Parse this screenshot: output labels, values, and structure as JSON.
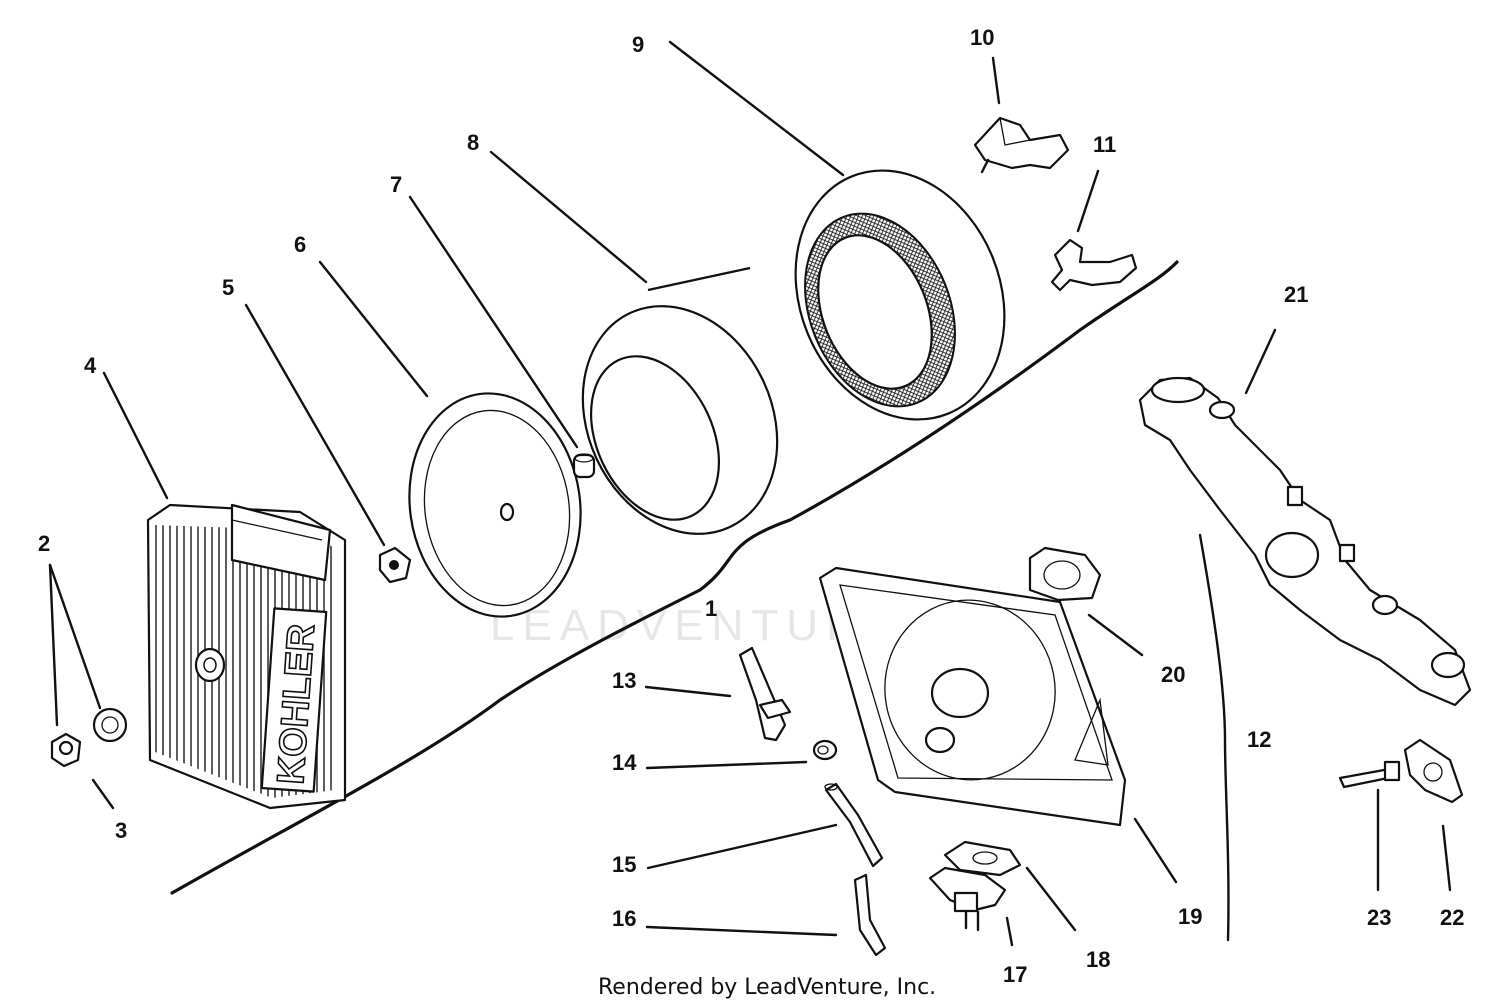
{
  "diagram": {
    "part_numbers": [
      "1",
      "2",
      "3",
      "4",
      "5",
      "6",
      "7",
      "8",
      "9",
      "10",
      "11",
      "12",
      "13",
      "14",
      "15",
      "16",
      "17",
      "18",
      "19",
      "20",
      "21",
      "22",
      "23"
    ],
    "housing_brand": "KOHLER",
    "watermark": "LEADVENTURE",
    "footer": "Rendered by LeadVenture, Inc."
  }
}
